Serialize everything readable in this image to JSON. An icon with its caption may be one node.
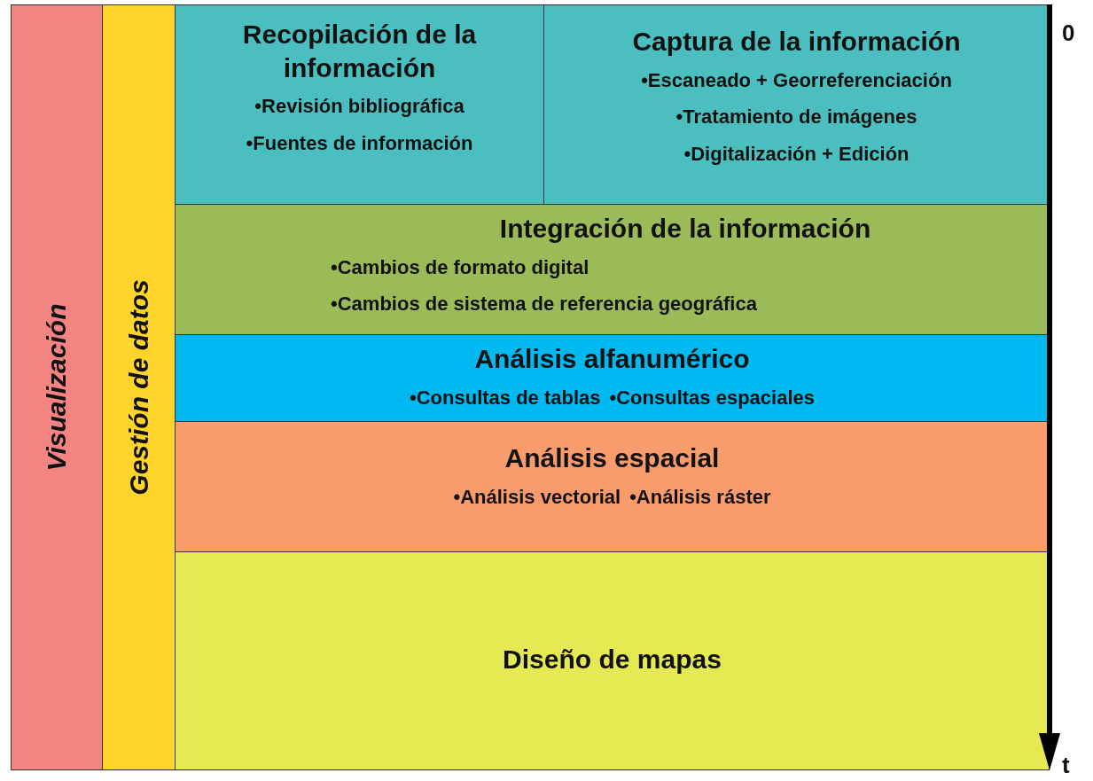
{
  "diagram": {
    "nodes": [
      {
        "text": [
          "Visualización"
        ]
      },
      {
        "text": [
          "Gestión de datos"
        ]
      },
      {
        "text": [
          "Recopilación de la información",
          "•Revisión bibliográfica",
          "•Fuentes de información"
        ]
      },
      {
        "text": [
          "Captura de la información",
          "•Escaneado + Georreferenciación",
          "•Tratamiento de imágenes",
          "•Digitalización + Edición"
        ]
      },
      {
        "text": [
          "Integración de la información",
          "•Cambios de formato digital",
          "•Cambios de sistema de referencia geográfica"
        ]
      },
      {
        "text": [
          "Análisis alfanumérico",
          "•Consultas de tablas",
          "•Consultas espaciales"
        ]
      },
      {
        "text": [
          "Análisis espacial",
          "•Análisis vectorial",
          "•Análisis ráster"
        ]
      },
      {
        "text": [
          "Diseño de mapas"
        ]
      }
    ],
    "labels": [
      "0",
      "t"
    ]
  }
}
